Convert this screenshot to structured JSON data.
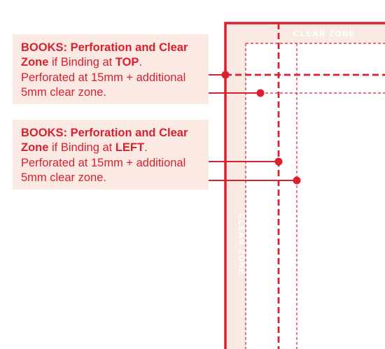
{
  "colors": {
    "accent": "#d8202f",
    "zone_fill": "#fbeae4",
    "background": "#ffffff"
  },
  "callouts": {
    "top": {
      "title_line1": "BOOKS: Perforation and Clear",
      "title_bold": "Zone",
      "title_rest": " if Binding at ",
      "title_emph": "TOP",
      "title_end": ".",
      "description": "Perforated at 15mm + additional 5mm clear zone."
    },
    "left": {
      "title_line1": "BOOKS: Perforation and Clear",
      "title_bold": "Zone",
      "title_rest": " if Binding at ",
      "title_emph": "LEFT",
      "title_end": ".",
      "description": "Perforated at 15mm + additional 5mm clear zone."
    }
  },
  "zones": {
    "top_label": "CLEAR ZONE",
    "left_label": "CLEAR ZONE"
  }
}
